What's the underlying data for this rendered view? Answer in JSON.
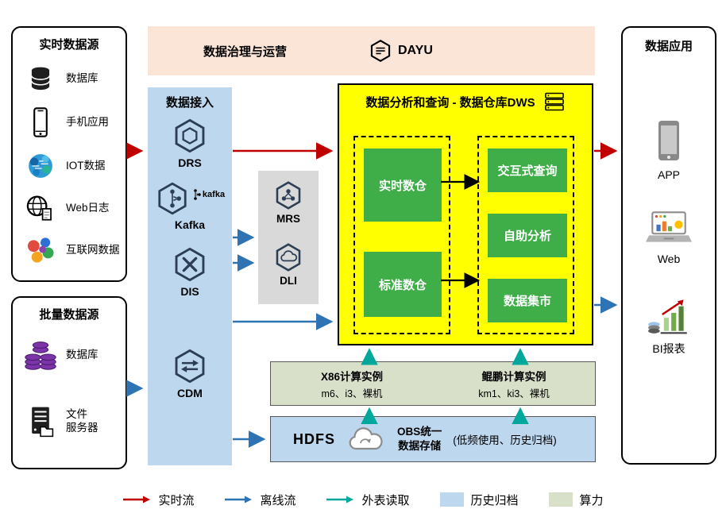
{
  "colors": {
    "realtime_flow": "#c00000",
    "offline_flow": "#2e74b5",
    "external_read": "#00a79b",
    "archive_bg": "#bdd7ee",
    "compute_bg": "#d9e0ca",
    "governance_bg": "#fbe5d6",
    "ingestion_bg": "#bdd7ee",
    "processing_bg": "#d9d9d9",
    "dws_bg": "#ffff00",
    "service_green": "#3fae49"
  },
  "governance": {
    "title": "数据治理与运营",
    "logo_text": "DAYU"
  },
  "realtime_sources": {
    "title": "实时数据源",
    "items": [
      {
        "label": "数据库"
      },
      {
        "label": "手机应用"
      },
      {
        "label": "IOT数据"
      },
      {
        "label": "Web日志"
      },
      {
        "label": "互联网数据"
      }
    ]
  },
  "batch_sources": {
    "title": "批量数据源",
    "items": [
      {
        "label": "数据库"
      },
      {
        "label": "文件\n服务器"
      }
    ]
  },
  "ingestion": {
    "title": "数据接入",
    "services": [
      {
        "label": "DRS"
      },
      {
        "label": "Kafka",
        "logo_text": "kafka"
      },
      {
        "label": "DIS"
      },
      {
        "label": "CDM"
      }
    ]
  },
  "processing": {
    "services": [
      {
        "label": "MRS"
      },
      {
        "label": "DLI"
      }
    ]
  },
  "dws": {
    "title": "数据分析和查询 - 数据仓库DWS",
    "warehouses": [
      {
        "label": "实时数仓"
      },
      {
        "label": "标准数仓"
      }
    ],
    "analytics": [
      {
        "label": "交互式查询"
      },
      {
        "label": "自助分析"
      },
      {
        "label": "数据集市"
      }
    ]
  },
  "compute": {
    "x86": {
      "title": "X86计算实例",
      "subtitle": "m6、i3、裸机"
    },
    "kunpeng": {
      "title": "鲲鹏计算实例",
      "subtitle": "km1、ki3、裸机"
    }
  },
  "storage": {
    "hdfs_label": "HDFS",
    "obs_line1": "OBS统一",
    "obs_line2": "数据存储",
    "note": "(低频使用、历史归档)"
  },
  "applications": {
    "title": "数据应用",
    "items": [
      {
        "label": "APP"
      },
      {
        "label": "Web"
      },
      {
        "label": "BI报表"
      }
    ]
  },
  "legend": {
    "realtime": "实时流",
    "offline": "离线流",
    "external": "外表读取",
    "archive": "历史归档",
    "compute": "算力"
  }
}
